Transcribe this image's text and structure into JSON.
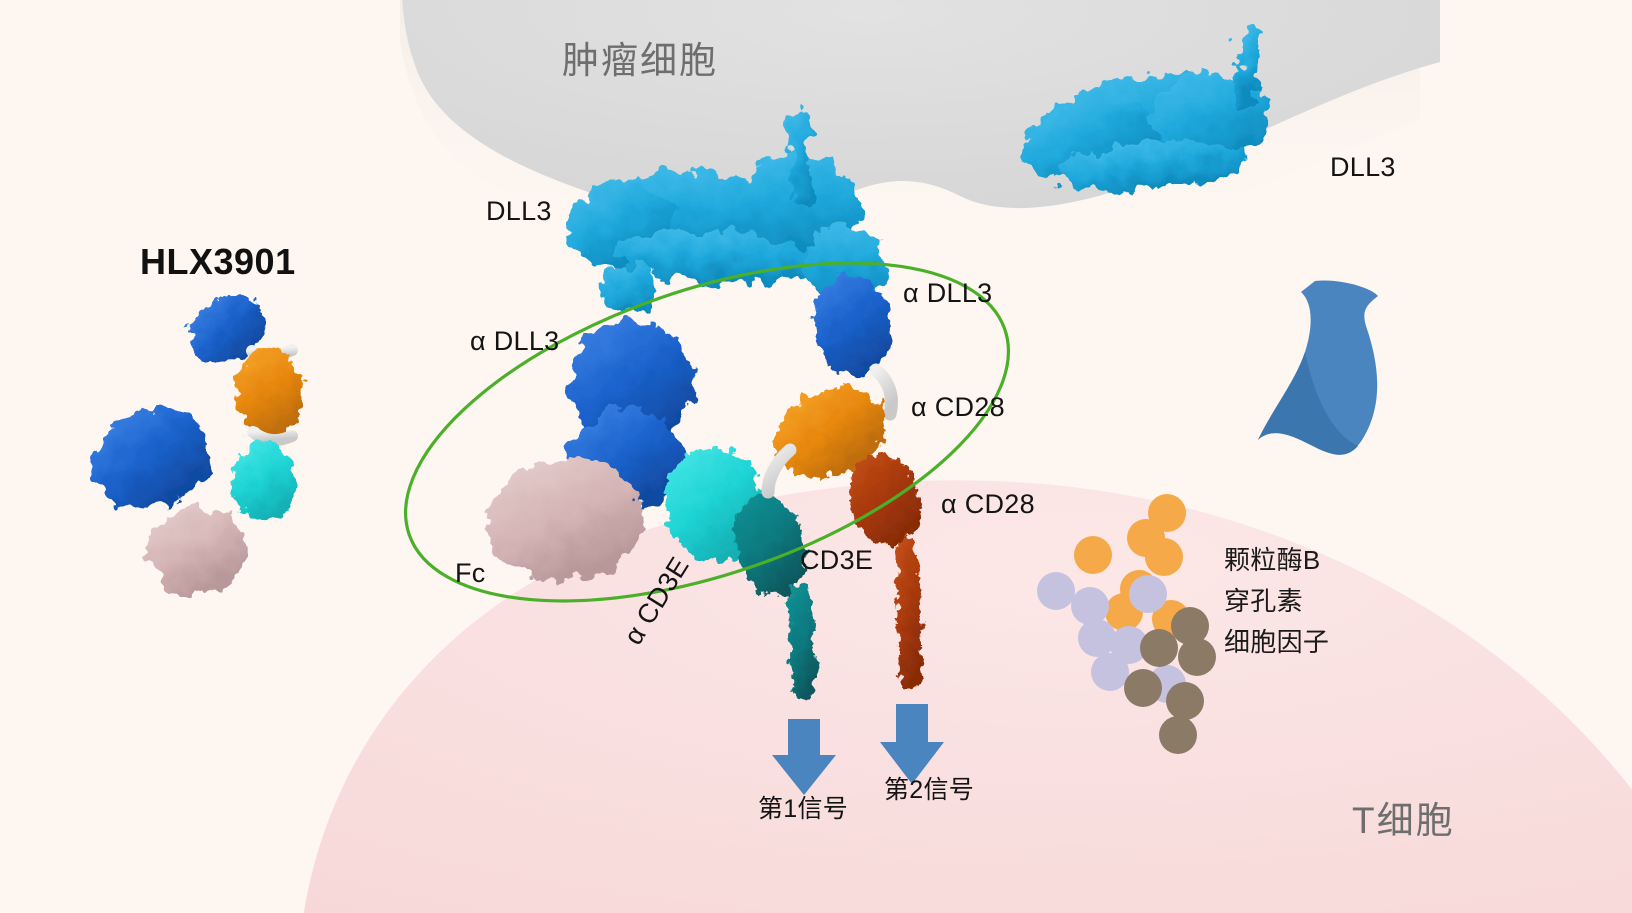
{
  "diagram": {
    "title_drug": "HLX3901",
    "cells": {
      "tumor": {
        "label": "肿瘤细胞",
        "color": "#D9D9D9"
      },
      "tcell": {
        "label": "T细胞",
        "color": "#FADFDF"
      }
    },
    "background_color": "#FDF6F1",
    "highlight_ellipse_color": "#4CAF2A",
    "labels": {
      "dll3_left": "DLL3",
      "dll3_right": "DLL3",
      "alpha_dll3_left": "α DLL3",
      "alpha_dll3_right": "α DLL3",
      "alpha_cd28_upper": "α CD28",
      "alpha_cd28_lower": "α CD28",
      "alpha_cd3e": "α CD3E",
      "cd3e": "CD3E",
      "fc": "Fc"
    },
    "signals": [
      {
        "name": "signal-1",
        "label": "第1信号",
        "arrow_color": "#4A85C0"
      },
      {
        "name": "signal-2",
        "label": "第2信号",
        "arrow_color": "#4A85C0"
      }
    ],
    "effector_molecules": {
      "items": [
        "颗粒酶B",
        "穿孔素",
        "细胞因子"
      ],
      "granule_colors": [
        "#F5A949",
        "#C5C2E0",
        "#8A7A66"
      ]
    },
    "domain_colors": {
      "dll3": "#1FA8DC",
      "anti_dll3": "#1B62CC",
      "anti_cd28": "#E8880F",
      "cd28": "#A8390A",
      "anti_cd3e": "#1FD4D4",
      "cd3e": "#0E7B80",
      "fc": "#D5B5B5",
      "linker": "#DCDCDC"
    }
  }
}
